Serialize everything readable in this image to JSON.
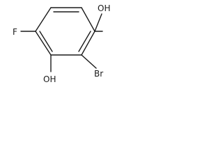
{
  "molecule": {
    "atoms": {
      "oh_top": "OH",
      "oh_bottom": "OH",
      "bromine": "Br",
      "fluorine": "F"
    }
  }
}
